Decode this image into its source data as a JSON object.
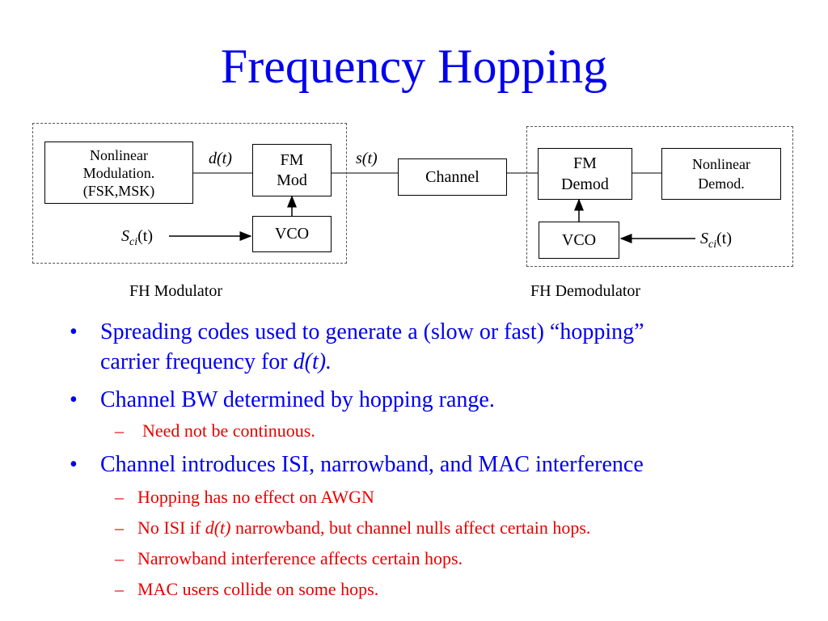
{
  "title": "Frequency Hopping",
  "diagram": {
    "modulator": {
      "nonlinear_mod": [
        "Nonlinear",
        "Modulation.",
        "(FSK,MSK)"
      ],
      "fm_mod": [
        "FM",
        "Mod"
      ],
      "vco": "VCO",
      "d_label": "d(t)",
      "s_label": "s(t)",
      "sci_base": "S",
      "sci_sub": "ci",
      "sci_arg": "(t)",
      "caption": "FH Modulator"
    },
    "channel": "Channel",
    "demodulator": {
      "fm_demod": [
        "FM",
        "Demod"
      ],
      "nonlinear_demod": [
        "Nonlinear",
        "Demod."
      ],
      "vco": "VCO",
      "sci_base": "S",
      "sci_sub": "ci",
      "sci_arg": "(t)",
      "caption": "FH Demodulator"
    }
  },
  "bullets": [
    {
      "text_pre": "Spreading codes used to generate a (slow or fast) “hopping”",
      "text_line2_pre": "carrier frequency for ",
      "text_line2_it": "d(t).",
      "subs": []
    },
    {
      "text": "Channel BW determined by hopping range.",
      "subs": [
        "Need not be continuous."
      ]
    },
    {
      "text": "Channel introduces ISI, narrowband, and MAC interference",
      "subs": [
        "Hopping has no effect on AWGN",
        "No ISI if ",
        "Narrowband interference affects certain hops.",
        "MAC users collide on some hops."
      ],
      "sub2_it": "d(t)",
      "sub2_post": " narrowband, but channel nulls affect certain hops."
    }
  ],
  "markers": {
    "bullet": "•",
    "dash": "–"
  }
}
